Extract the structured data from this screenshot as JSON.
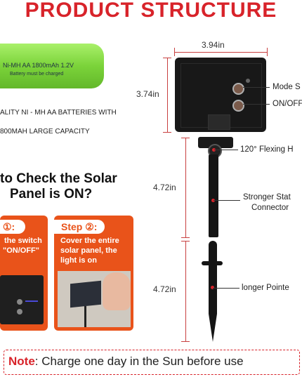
{
  "title": "PRODUCT STRUCTURE",
  "battery": {
    "label_line1": "Ni-MH AA 1800mAh 1.2V",
    "label_line2": "Battery must be charged",
    "spec1": "ALITY NI - MH AA BATTERIES WITH",
    "spec2": "800MAH LARGE CAPACITY"
  },
  "check": {
    "line1": "to Check the Solar",
    "line2": "Panel is ON?",
    "step1_title": "①:",
    "step1_desc1": "the switch",
    "step1_desc2": "\"ON/OFF\"",
    "step2_title": "Step ②:",
    "step2_desc1": "Cover the entire",
    "step2_desc2": "solar panel, the",
    "step2_desc3": "light is on"
  },
  "dimensions": {
    "width": "3.94in",
    "panel_height": "3.74in",
    "upper_stake": "4.72in",
    "lower_stake": "4.72in"
  },
  "callouts": {
    "mode": "Mode S",
    "onoff": "ON/OFF",
    "flex": "120°  Flexing H",
    "connector1": "Stronger Stat",
    "connector2": "Connector",
    "pointed": "longer Pointe"
  },
  "note": {
    "label": "Note",
    "text": ": Charge one day in the Sun before use"
  },
  "colors": {
    "accent": "#d8232a",
    "step_orange": "#e9531a",
    "battery_green": "#7bd33a"
  }
}
